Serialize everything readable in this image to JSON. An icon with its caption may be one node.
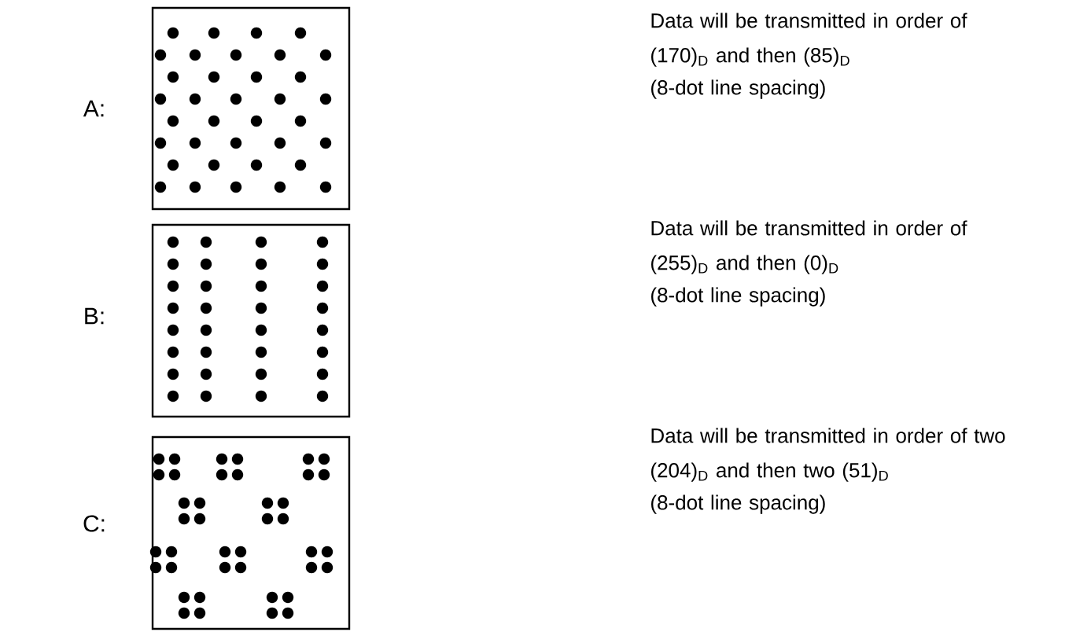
{
  "diagram": {
    "nodes": [
      {
        "text": [],
        "shape": "picture",
        "beside": [
          "A:",
          "Data will be transmitted in order of (170)$_{D}$ and then (85)$_{D}$",
          "(8-dot line spacing)"
        ]
      },
      {
        "text": [],
        "shape": "picture",
        "beside": [
          "B:",
          "Data will be transmitted in order of (255)$_{D}$ and then (0)$_{D}$",
          "(8-dot line spacing)"
        ]
      },
      {
        "text": [],
        "shape": "picture",
        "beside": [
          "C:",
          "Data will be transmitted in order of two (204)$_{D}$ and then two (51)$_{D}$",
          "(8-dot line spacing)"
        ]
      }
    ]
  }
}
